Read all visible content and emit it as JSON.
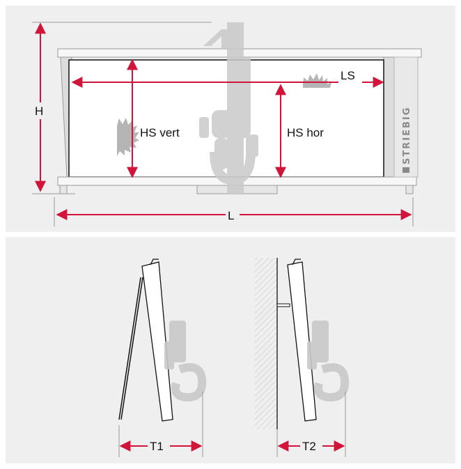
{
  "dimensions": {
    "height": "H",
    "length": "L",
    "saw_travel": "LS",
    "vertical_cut": "HS vert",
    "horizontal_cut": "HS hor",
    "depth_leaning": "T1",
    "depth_wall": "T2"
  },
  "brand": "STRIEBIG",
  "colors": {
    "accent": "#d2143a",
    "panel": "#efefef",
    "machine": "#c9c9c9",
    "frame_line": "#9a9a9a"
  }
}
